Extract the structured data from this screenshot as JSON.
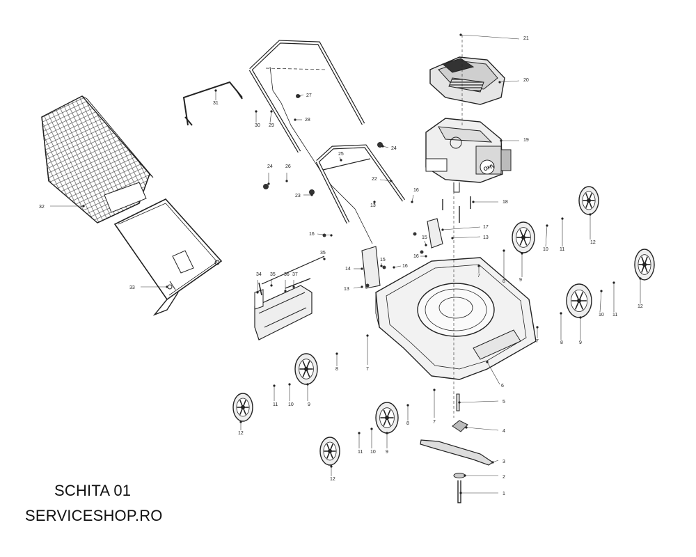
{
  "captions": {
    "title": "SCHITA 01",
    "site": "SERVICESHOP.RO"
  },
  "parts": [
    {
      "id": "p1",
      "label": "1"
    },
    {
      "id": "p2",
      "label": "2"
    },
    {
      "id": "p3",
      "label": "3"
    },
    {
      "id": "p4",
      "label": "4"
    },
    {
      "id": "p5",
      "label": "5"
    },
    {
      "id": "p6",
      "label": "6"
    },
    {
      "id": "p7a",
      "label": "7"
    },
    {
      "id": "p7b",
      "label": "7"
    },
    {
      "id": "p7c",
      "label": "7"
    },
    {
      "id": "p7d",
      "label": "7"
    },
    {
      "id": "p8a",
      "label": "8"
    },
    {
      "id": "p8b",
      "label": "8"
    },
    {
      "id": "p8c",
      "label": "8"
    },
    {
      "id": "p8d",
      "label": "8"
    },
    {
      "id": "p9a",
      "label": "9"
    },
    {
      "id": "p9b",
      "label": "9"
    },
    {
      "id": "p9c",
      "label": "9"
    },
    {
      "id": "p9d",
      "label": "9"
    },
    {
      "id": "p10a",
      "label": "10"
    },
    {
      "id": "p10b",
      "label": "10"
    },
    {
      "id": "p10c",
      "label": "10"
    },
    {
      "id": "p10d",
      "label": "10"
    },
    {
      "id": "p11a",
      "label": "11"
    },
    {
      "id": "p11b",
      "label": "11"
    },
    {
      "id": "p11c",
      "label": "11"
    },
    {
      "id": "p11d",
      "label": "11"
    },
    {
      "id": "p12a",
      "label": "12"
    },
    {
      "id": "p12b",
      "label": "12"
    },
    {
      "id": "p12c",
      "label": "12"
    },
    {
      "id": "p12d",
      "label": "12"
    },
    {
      "id": "p13a",
      "label": "13"
    },
    {
      "id": "p13b",
      "label": "13"
    },
    {
      "id": "p13c",
      "label": "13"
    },
    {
      "id": "p14",
      "label": "14"
    },
    {
      "id": "p15a",
      "label": "15"
    },
    {
      "id": "p15b",
      "label": "15"
    },
    {
      "id": "p16a",
      "label": "16"
    },
    {
      "id": "p16b",
      "label": "16"
    },
    {
      "id": "p16c",
      "label": "16"
    },
    {
      "id": "p16d",
      "label": "16"
    },
    {
      "id": "p17",
      "label": "17"
    },
    {
      "id": "p18",
      "label": "18"
    },
    {
      "id": "p19",
      "label": "19"
    },
    {
      "id": "p20",
      "label": "20"
    },
    {
      "id": "p21",
      "label": "21"
    },
    {
      "id": "p22",
      "label": "22"
    },
    {
      "id": "p23",
      "label": "23"
    },
    {
      "id": "p24a",
      "label": "24"
    },
    {
      "id": "p24b",
      "label": "24"
    },
    {
      "id": "p25",
      "label": "25"
    },
    {
      "id": "p26",
      "label": "26"
    },
    {
      "id": "p27",
      "label": "27"
    },
    {
      "id": "p28",
      "label": "28"
    },
    {
      "id": "p29",
      "label": "29"
    },
    {
      "id": "p30",
      "label": "30"
    },
    {
      "id": "p31",
      "label": "31"
    },
    {
      "id": "p32",
      "label": "32"
    },
    {
      "id": "p33",
      "label": "33"
    },
    {
      "id": "p34",
      "label": "34"
    },
    {
      "id": "p35a",
      "label": "35"
    },
    {
      "id": "p35b",
      "label": "35"
    },
    {
      "id": "p36",
      "label": "36"
    },
    {
      "id": "p37",
      "label": "37"
    }
  ],
  "engine_mark": "OHV"
}
